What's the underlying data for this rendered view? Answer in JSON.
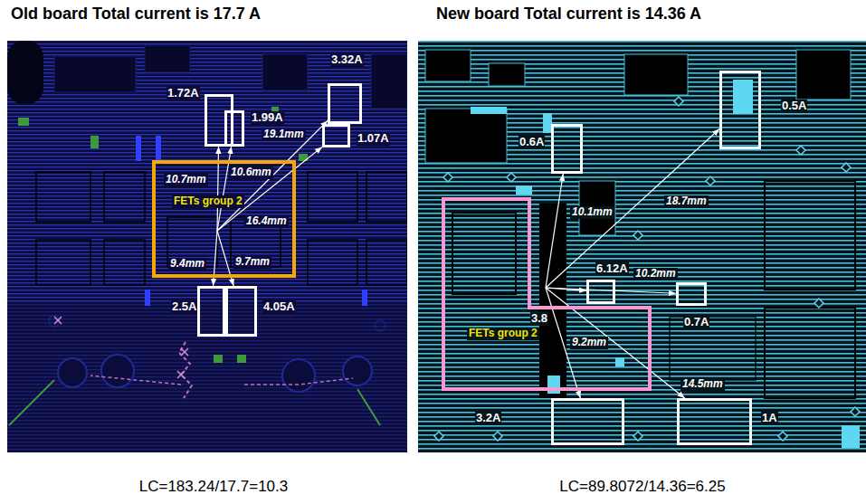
{
  "diagram": {
    "nodes": [
      {
        "text": [
          "Old board Total current is 17.7 A"
        ]
      },
      {
        "text": [
          "FETs group 2"
        ],
        "in": 0
      },
      {
        "text": [
          "1.72A"
        ],
        "in": 0
      },
      {
        "text": [
          "1.99A"
        ],
        "in": 0
      },
      {
        "text": [
          "3.32A"
        ],
        "in": 0
      },
      {
        "text": [
          "1.07A"
        ],
        "in": 0
      },
      {
        "text": [
          "2.5A"
        ],
        "in": 0
      },
      {
        "text": [
          "4.05A"
        ],
        "in": 0
      },
      {
        "text": [
          "New board Total current is 14.36 A"
        ]
      },
      {
        "text": [
          "FETs group 2"
        ],
        "in": 8
      },
      {
        "text": [
          "0.6A"
        ],
        "in": 8
      },
      {
        "text": [
          "0.5A"
        ],
        "in": 8
      },
      {
        "text": [
          "6.12A"
        ],
        "in": 8
      },
      {
        "text": [
          "0.7A"
        ],
        "in": 8
      },
      {
        "text": [
          "3.2A"
        ],
        "in": 8
      },
      {
        "text": [
          "1A"
        ],
        "in": 8
      }
    ],
    "edges": [
      {
        "from": 1,
        "to": 2,
        "label": "10.7mm",
        "arrow": "to"
      },
      {
        "from": 1,
        "to": 3,
        "label": "10.6mm",
        "arrow": "to"
      },
      {
        "from": 1,
        "to": 4,
        "label": "19.1mm",
        "arrow": "to"
      },
      {
        "from": 1,
        "to": 5,
        "label": "16.4mm",
        "arrow": "to"
      },
      {
        "from": 1,
        "to": 6,
        "label": "9.4mm",
        "arrow": "to"
      },
      {
        "from": 1,
        "to": 7,
        "label": "9.7mm",
        "arrow": "to"
      },
      {
        "from": 9,
        "to": 10,
        "label": "10.1mm",
        "arrow": "to"
      },
      {
        "from": 9,
        "to": 11,
        "label": "18.7mm",
        "arrow": "to"
      },
      {
        "from": 9,
        "to": 12,
        "arrow": "to"
      },
      {
        "from": 9,
        "to": 13,
        "label": "10.2mm",
        "arrow": "to"
      },
      {
        "from": 9,
        "to": 14,
        "label": "9.2mm",
        "arrow": "to"
      },
      {
        "from": 9,
        "to": 15,
        "label": "14.5mm",
        "arrow": "to"
      }
    ],
    "labels": [
      "3.8",
      "LC=183.24/17.7=10.3",
      "LC=89.8072/14.36=6.25"
    ]
  }
}
